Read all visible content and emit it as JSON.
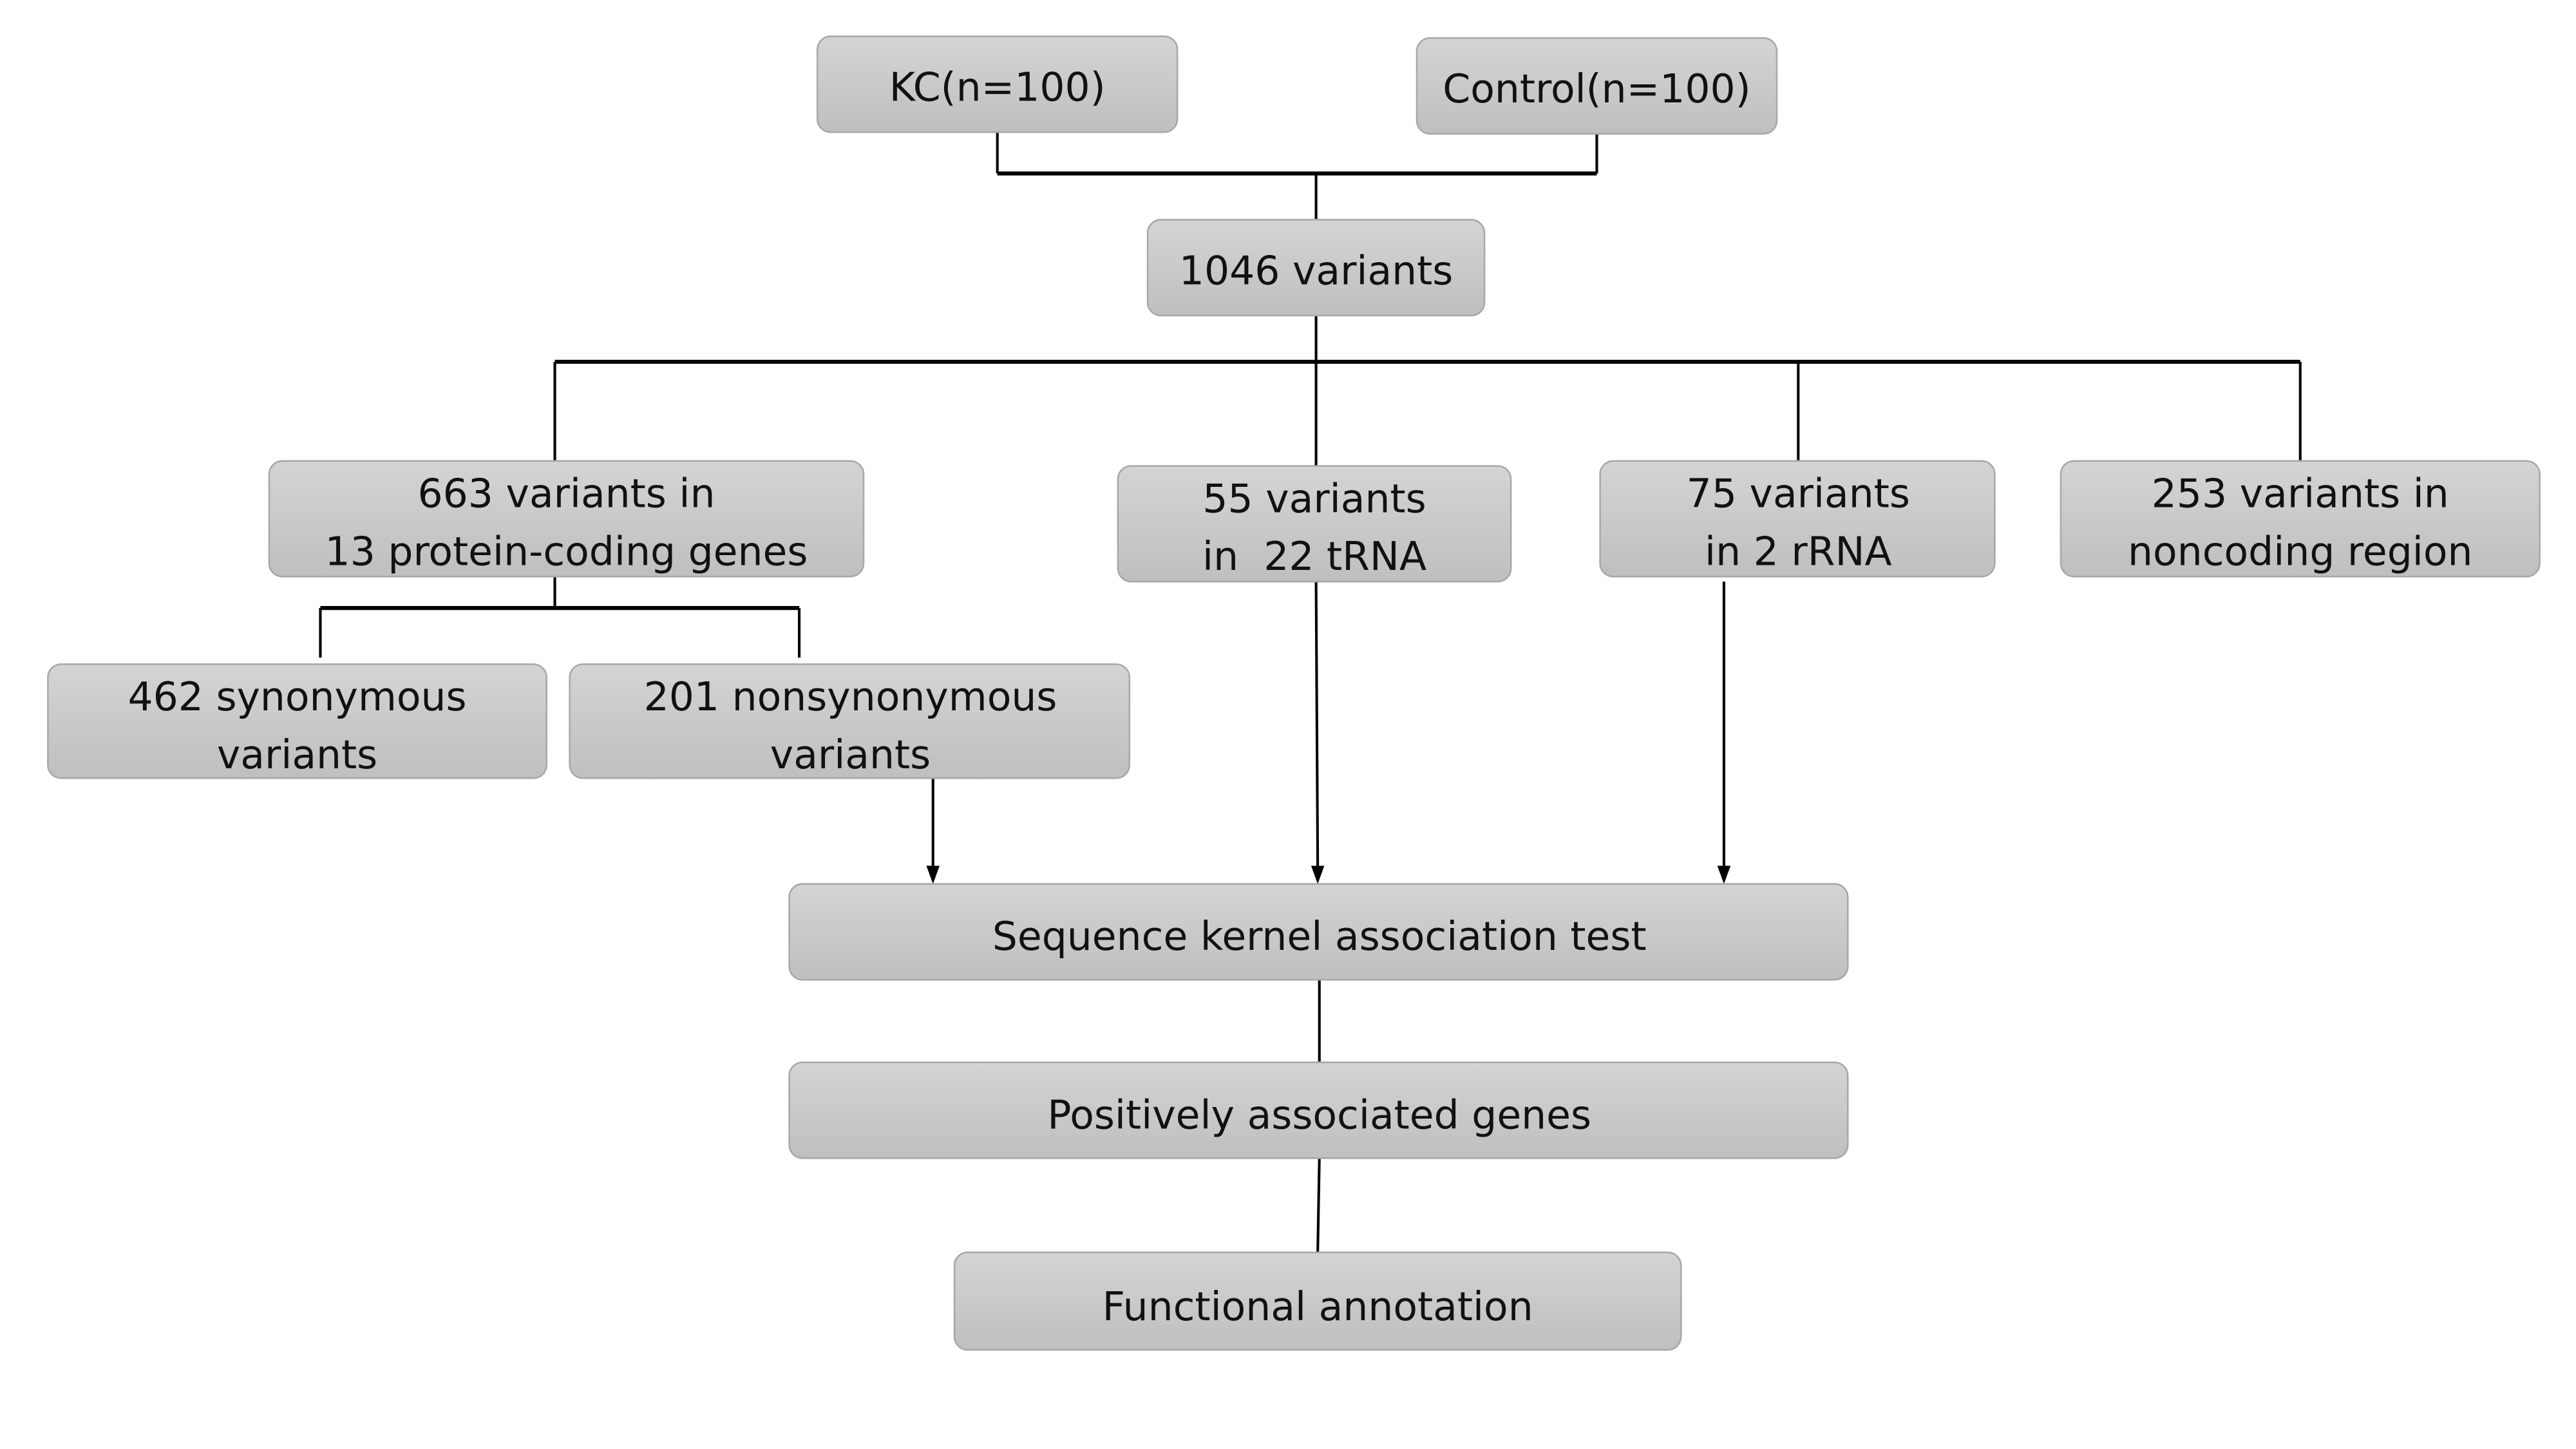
{
  "diagram": {
    "type": "flowchart",
    "nodes": {
      "kc": {
        "lines": [
          "KC(n=100)"
        ]
      },
      "control": {
        "lines": [
          "Control(n=100)"
        ]
      },
      "variants_total": {
        "lines": [
          "1046 variants"
        ]
      },
      "protein_coding": {
        "lines": [
          "663 variants in",
          "13 protein-coding genes"
        ]
      },
      "trna": {
        "lines": [
          "55 variants",
          "in  22 tRNA"
        ]
      },
      "rrna": {
        "lines": [
          "75 variants",
          "in 2 rRNA"
        ]
      },
      "noncoding": {
        "lines": [
          "253 variants in",
          "noncoding region"
        ]
      },
      "synonymous": {
        "lines": [
          "462 synonymous",
          "variants"
        ]
      },
      "nonsynonymous": {
        "lines": [
          "201 nonsynonymous",
          "variants"
        ]
      },
      "skat": {
        "lines": [
          "Sequence kernel association test"
        ]
      },
      "positive_genes": {
        "lines": [
          "Positively associated genes"
        ]
      },
      "functional": {
        "lines": [
          "Functional annotation"
        ]
      }
    },
    "edges": [
      {
        "from": "kc",
        "to": "variants_total",
        "arrow": false
      },
      {
        "from": "control",
        "to": "variants_total",
        "arrow": false
      },
      {
        "from": "variants_total",
        "to": "protein_coding",
        "arrow": false
      },
      {
        "from": "variants_total",
        "to": "trna",
        "arrow": false
      },
      {
        "from": "variants_total",
        "to": "rrna",
        "arrow": false
      },
      {
        "from": "variants_total",
        "to": "noncoding",
        "arrow": false
      },
      {
        "from": "protein_coding",
        "to": "synonymous",
        "arrow": false
      },
      {
        "from": "protein_coding",
        "to": "nonsynonymous",
        "arrow": false
      },
      {
        "from": "nonsynonymous",
        "to": "skat",
        "arrow": true
      },
      {
        "from": "trna",
        "to": "skat",
        "arrow": true
      },
      {
        "from": "rrna",
        "to": "skat",
        "arrow": true
      },
      {
        "from": "skat",
        "to": "positive_genes",
        "arrow": false
      },
      {
        "from": "positive_genes",
        "to": "functional",
        "arrow": false
      }
    ],
    "colors": {
      "box_top": "#d4d4d4",
      "box_bottom": "#bfbfbf",
      "box_border": "#a8a8a8",
      "line": "#000000",
      "text": "#111111"
    }
  }
}
